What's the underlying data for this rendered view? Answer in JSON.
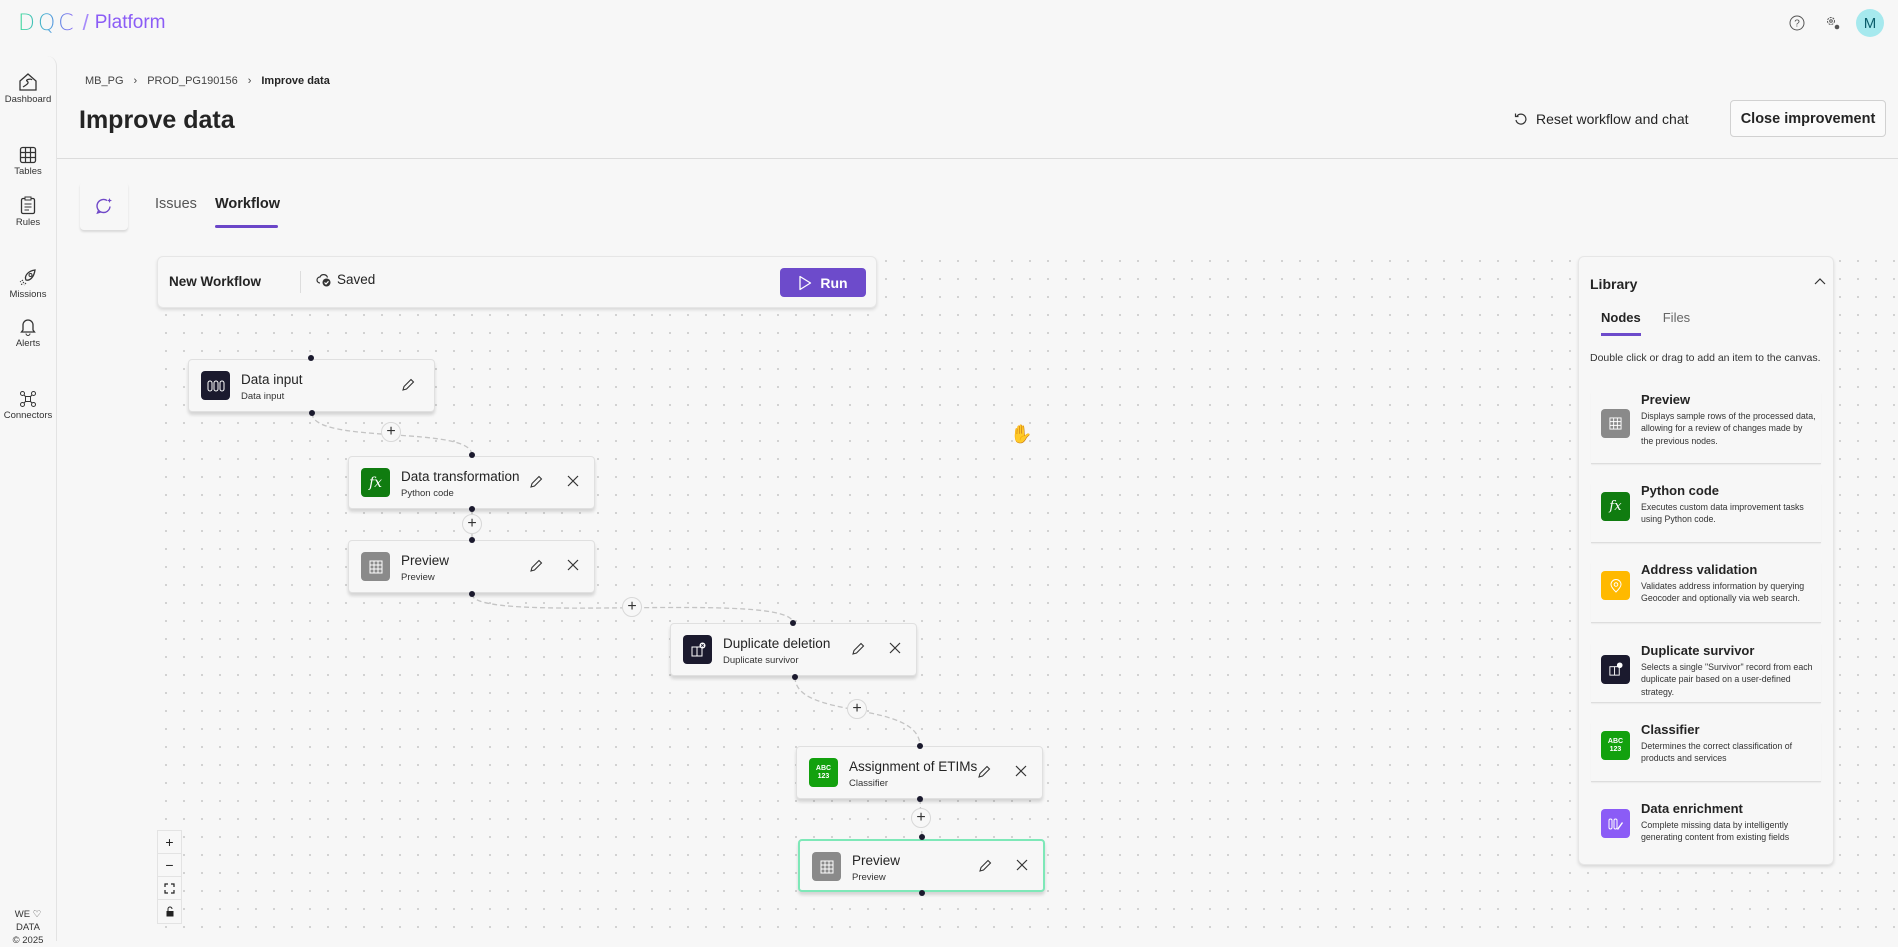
{
  "header": {
    "logo": "DQC",
    "product": "Platform",
    "help_icon": "help-circle-icon",
    "settings_icon": "gear-icon",
    "avatar_initial": "M"
  },
  "sidebar": {
    "items": [
      {
        "label": "Dashboard",
        "icon": "home-icon"
      },
      {
        "label": "Tables",
        "icon": "table-icon"
      },
      {
        "label": "Rules",
        "icon": "clipboard-icon"
      },
      {
        "label": "Missions",
        "icon": "rocket-icon"
      },
      {
        "label": "Alerts",
        "icon": "bell-icon"
      },
      {
        "label": "Connectors",
        "icon": "connectors-icon"
      }
    ],
    "footer_line1": "WE ♡",
    "footer_line2": "DATA",
    "footer_line3": "© 2025"
  },
  "breadcrumb": [
    "MB_PG",
    "PROD_PG190156",
    "Improve data"
  ],
  "page": {
    "title": "Improve data",
    "reset_label": "Reset workflow and chat",
    "close_label": "Close improvement"
  },
  "tabs": [
    {
      "label": "Issues",
      "active": false
    },
    {
      "label": "Workflow",
      "active": true
    }
  ],
  "workflow": {
    "name": "New Workflow",
    "status": "Saved",
    "run_label": "Run",
    "nodes": [
      {
        "title": "Data input",
        "subtitle": "Data input",
        "icon": "data-input-icon",
        "color": "#1b1a2e"
      },
      {
        "title": "Data transformation",
        "subtitle": "Python code",
        "icon": "fx-icon",
        "color": "#107c10"
      },
      {
        "title": "Preview",
        "subtitle": "Preview",
        "icon": "grid-icon",
        "color": "#8a8a8a"
      },
      {
        "title": "Duplicate deletion",
        "subtitle": "Duplicate survivor",
        "icon": "duplicate-icon",
        "color": "#1b1a2e"
      },
      {
        "title": "Assignment of ETIMs",
        "subtitle": "Classifier",
        "icon": "abc123-icon",
        "color": "#13a10e"
      },
      {
        "title": "Preview",
        "subtitle": "Preview",
        "icon": "grid-icon",
        "color": "#8a8a8a",
        "selected": true
      }
    ]
  },
  "library": {
    "title": "Library",
    "tabs": [
      "Nodes",
      "Files"
    ],
    "hint": "Double click or drag to add an item to the canvas.",
    "items": [
      {
        "title": "Preview",
        "desc": "Displays sample rows of the processed data, allowing for a review of changes made by the previous nodes.",
        "icon": "grid-icon",
        "color": "#8a8a8a"
      },
      {
        "title": "Python code",
        "desc": "Executes custom data improvement tasks using Python code.",
        "icon": "fx-icon",
        "color": "#107c10"
      },
      {
        "title": "Address validation",
        "desc": "Validates address information by querying Geocoder and optionally via web search.",
        "icon": "location-pin-icon",
        "color": "#ffb900"
      },
      {
        "title": "Duplicate survivor",
        "desc": "Selects a single \"Survivor\" record from each duplicate pair based on a user-defined strategy.",
        "icon": "duplicate-icon",
        "color": "#1b1a2e"
      },
      {
        "title": "Classifier",
        "desc": "Determines the correct classification of products and services",
        "icon": "abc123-icon",
        "color": "#13a10e"
      },
      {
        "title": "Data enrichment",
        "desc": "Complete missing data by intelligently generating content from existing fields",
        "icon": "enrichment-icon",
        "color": "#8b5cf6"
      }
    ]
  },
  "colors": {
    "accent": "#6d4bcb",
    "selected_border": "#7ee8b8"
  }
}
